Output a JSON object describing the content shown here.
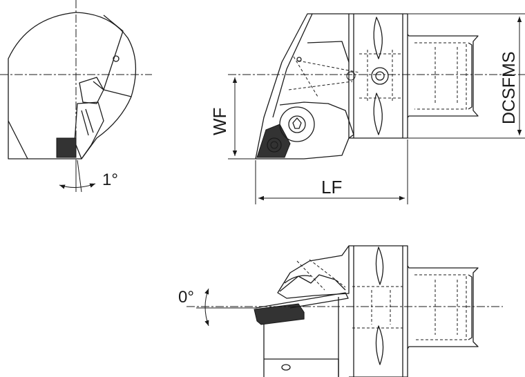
{
  "labels": {
    "angle_side": "1°",
    "angle_front": "0°",
    "wf": "WF",
    "lf": "LF",
    "dcsfms": "DCSFMS"
  },
  "colors": {
    "line": "#1a1a1a",
    "insert": "#333333",
    "background": "#ffffff"
  }
}
